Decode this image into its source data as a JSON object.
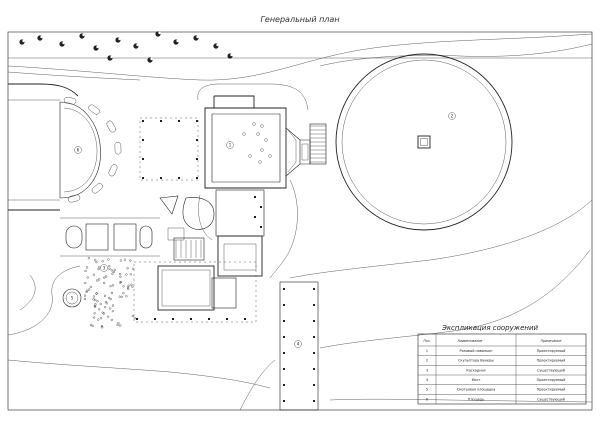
{
  "title": "Генеральный план",
  "markers": [
    "1",
    "2",
    "3",
    "4",
    "5",
    "6"
  ],
  "table": {
    "caption": "Экспликация сооружений",
    "headers": [
      "Поз.",
      "Наименование",
      "Примечание"
    ],
    "rows": [
      [
        "1",
        "Розовый павильон",
        "Проектируемый"
      ],
      [
        "2",
        "Скульптура Венеры",
        "Проектируемый"
      ],
      [
        "3",
        "Каскадная",
        "Существующий"
      ],
      [
        "4",
        "Мост",
        "Проектируемый"
      ],
      [
        "5",
        "Смотровая площадка",
        "Проектируемый"
      ],
      [
        "6",
        "Площадь",
        "Существующий"
      ]
    ]
  },
  "colors": {
    "line": "#222222",
    "background": "#ffffff"
  }
}
